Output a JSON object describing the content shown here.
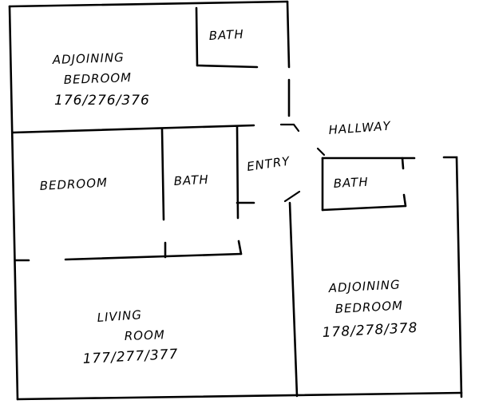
{
  "rooms": {
    "adjoining_top": {
      "line1": "ADJOINING",
      "line2": "BEDROOM",
      "number": "176/276/376"
    },
    "bath_top": "BATH",
    "hallway": "HALLWAY",
    "bedroom": "BEDROOM",
    "bath_middle": "BATH",
    "entry": "ENTRY",
    "bath_right": "BATH",
    "living": {
      "line1": "LIVING",
      "line2": "ROOM",
      "number": "177/277/377"
    },
    "adjoining_right": {
      "line1": "ADJOINING",
      "line2": "BEDROOM",
      "number": "178/278/378"
    }
  }
}
